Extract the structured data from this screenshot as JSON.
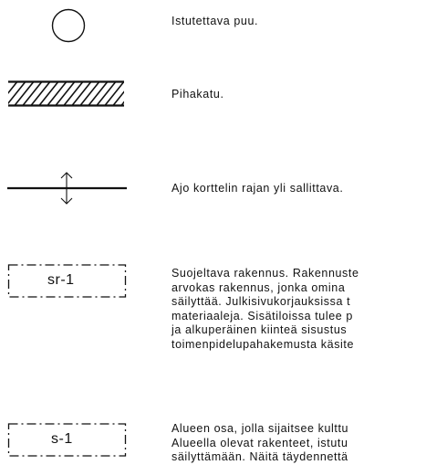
{
  "legend": {
    "items": [
      {
        "symbol": "circle-icon",
        "text": [
          "Istutettava puu."
        ]
      },
      {
        "symbol": "hatched-bar-icon",
        "text": [
          "Pihakatu."
        ]
      },
      {
        "symbol": "arrow-line-icon",
        "text": [
          "Ajo korttelin rajan yli sallittava."
        ]
      },
      {
        "symbol": "dashdot-box",
        "box_label": "sr-1",
        "text": [
          "Suojeltava rakennus. Rakennuste",
          "arvokas rakennus, jonka omina",
          "säilyttää. Julkisivukorjauksissa t",
          "materiaaleja. Sisätiloissa tulee p",
          "ja alkuperäinen kiinteä sisustus",
          "toimenpidelupahakemusta käsite"
        ]
      },
      {
        "symbol": "dashdot-box",
        "box_label": "s-1",
        "text": [
          "Alueen osa, jolla sijaitsee kulttu",
          "Alueella olevat rakenteet, istutu",
          "säilyttämään. Näitä täydennettä"
        ]
      }
    ]
  }
}
